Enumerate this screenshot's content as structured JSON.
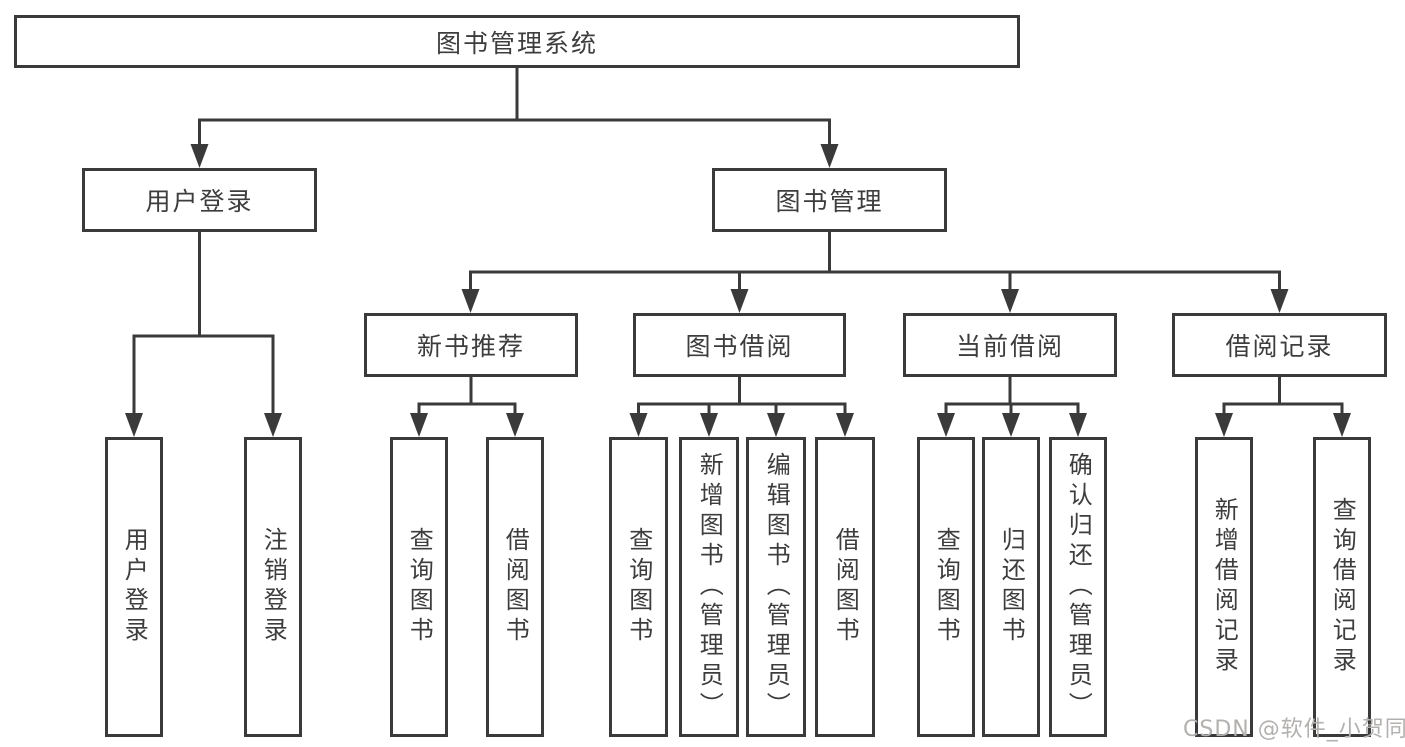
{
  "diagram": {
    "root": {
      "label": "图书管理系统"
    },
    "branches": [
      {
        "label": "用户登录",
        "children": [
          {
            "label": "用户登录"
          },
          {
            "label": "注销登录"
          }
        ]
      },
      {
        "label": "图书管理",
        "children": [
          {
            "label": "新书推荐",
            "children": [
              {
                "label": "查询图书"
              },
              {
                "label": "借阅图书"
              }
            ]
          },
          {
            "label": "图书借阅",
            "children": [
              {
                "label": "查询图书"
              },
              {
                "label": "新增图书（管理员）"
              },
              {
                "label": "编辑图书（管理员）"
              },
              {
                "label": "借阅图书"
              }
            ]
          },
          {
            "label": "当前借阅",
            "children": [
              {
                "label": "查询图书"
              },
              {
                "label": "归还图书"
              },
              {
                "label": "确认归还（管理员）"
              }
            ]
          },
          {
            "label": "借阅记录",
            "children": [
              {
                "label": "新增借阅记录"
              },
              {
                "label": "查询借阅记录"
              }
            ]
          }
        ]
      }
    ]
  },
  "watermark": {
    "text": "CSDN @软件_小贺同学"
  },
  "colors": {
    "line": "#3a3a3a",
    "box_border": "#3a3a3a",
    "text": "#3d3d3d",
    "watermark": "#b3b1af",
    "background": "#ffffff"
  }
}
